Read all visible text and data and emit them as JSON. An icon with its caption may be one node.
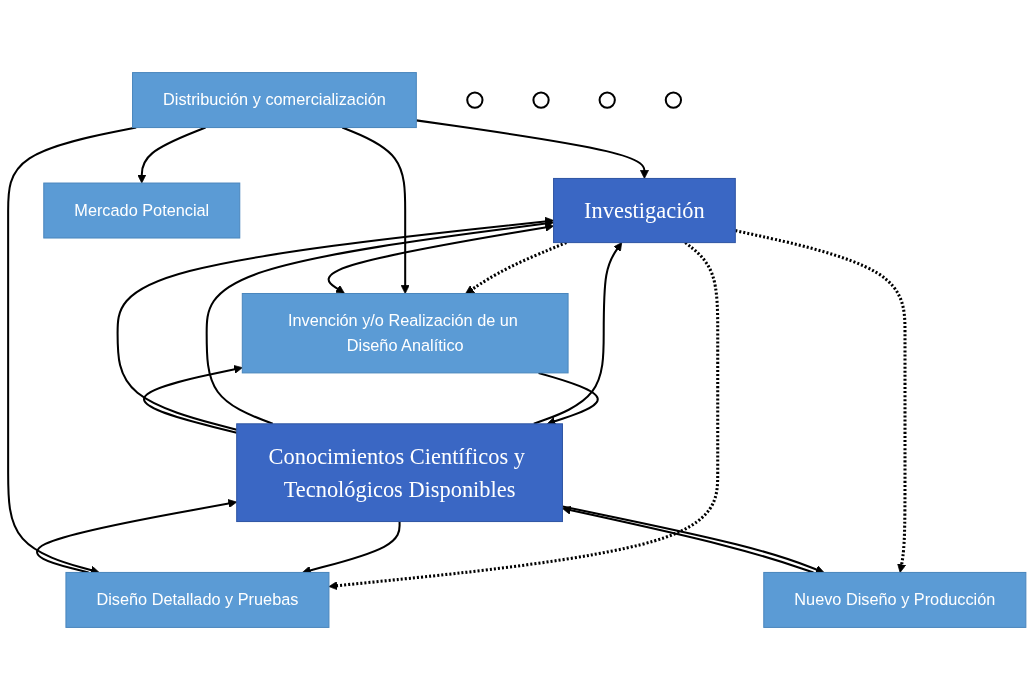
{
  "diagram": {
    "nodes": [
      {
        "text": [
          "Investigación"
        ]
      },
      {
        "text": [
          "Conocimientos Científicos y Tecnológicos Disponibles"
        ]
      },
      {
        "text": [
          "Mercado Potencial"
        ]
      },
      {
        "text": [
          "Invención y/o Realización de un Diseño Analítico"
        ]
      },
      {
        "text": [
          "Diseño Detallado y Pruebas"
        ]
      },
      {
        "text": [
          "Nuevo Diseño y Producción"
        ]
      },
      {
        "text": [
          "Distribución y comercialización"
        ]
      },
      {
        "text": [],
        "shape": "circle"
      },
      {
        "text": [],
        "shape": "circle"
      },
      {
        "text": [],
        "shape": "circle"
      },
      {
        "text": [],
        "shape": "circle"
      }
    ],
    "edges": [
      {
        "from": 3,
        "to": 0,
        "arrow": "both"
      },
      {
        "from": 6,
        "to": 0,
        "arrow": "to"
      },
      {
        "from": 1,
        "to": 0,
        "arrow": "to"
      },
      {
        "from": 0,
        "to": 3,
        "arrow": "to",
        "style": "dashed"
      },
      {
        "from": 1,
        "to": 0,
        "arrow": "to"
      },
      {
        "from": 0,
        "to": 4,
        "arrow": "to",
        "style": "dashed"
      },
      {
        "from": 1,
        "to": 0,
        "arrow": "to"
      },
      {
        "from": 0,
        "to": 5,
        "arrow": "to",
        "style": "dashed"
      },
      {
        "from": 3,
        "to": 1,
        "arrow": "to"
      },
      {
        "from": 1,
        "to": 3,
        "arrow": "to"
      },
      {
        "from": 4,
        "to": 1,
        "arrow": "to"
      },
      {
        "from": 1,
        "to": 4,
        "arrow": "to"
      },
      {
        "from": 5,
        "to": 1,
        "arrow": "to"
      },
      {
        "from": 1,
        "to": 5,
        "arrow": "to"
      },
      {
        "from": 6,
        "to": 4,
        "arrow": "to"
      },
      {
        "from": 6,
        "to": 3,
        "arrow": "to"
      },
      {
        "from": 6,
        "to": 2,
        "arrow": "to"
      }
    ]
  }
}
